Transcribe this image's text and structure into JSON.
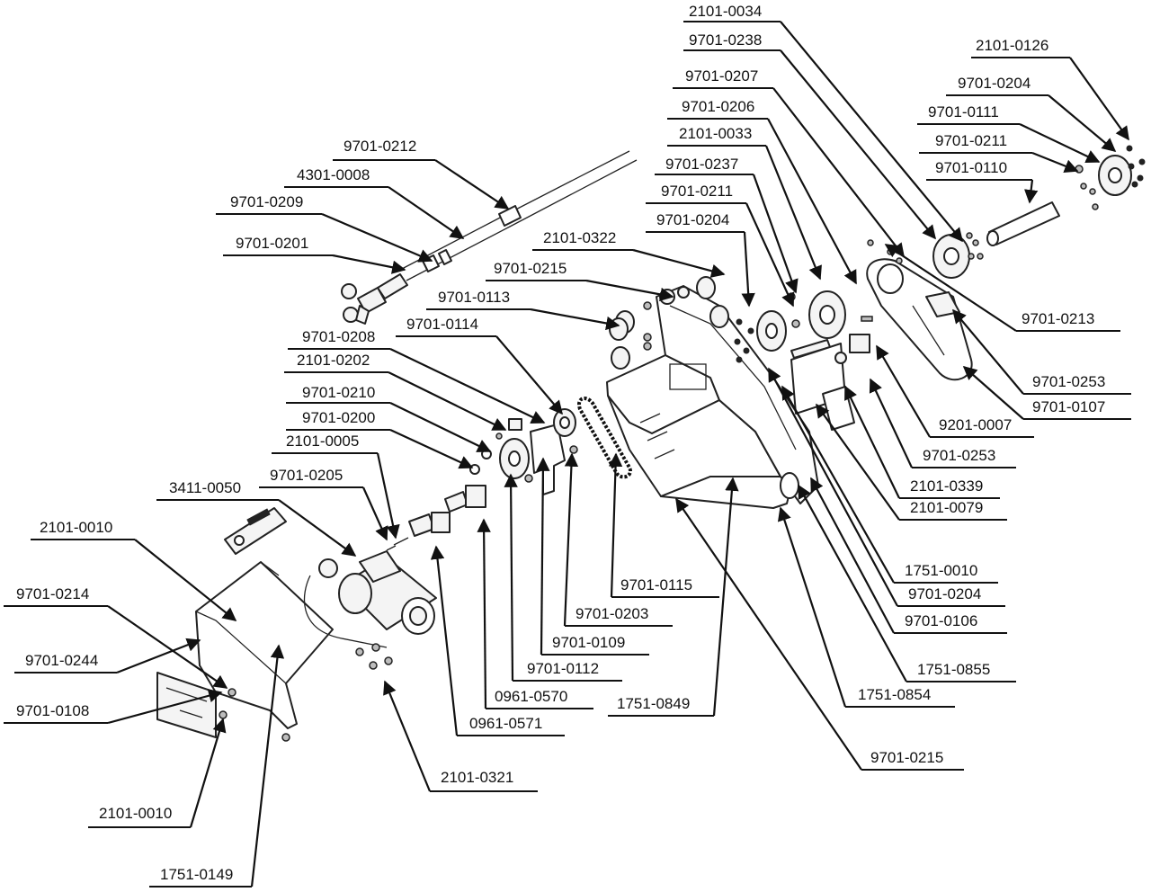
{
  "callouts": [
    {
      "id": "c1",
      "label": "2101-0034"
    },
    {
      "id": "c2",
      "label": "9701-0238"
    },
    {
      "id": "c3",
      "label": "9701-0207"
    },
    {
      "id": "c4",
      "label": "9701-0206"
    },
    {
      "id": "c5",
      "label": "2101-0033"
    },
    {
      "id": "c6",
      "label": "9701-0237"
    },
    {
      "id": "c7",
      "label": "9701-0211"
    },
    {
      "id": "c8",
      "label": "9701-0204"
    },
    {
      "id": "c9",
      "label": "2101-0126"
    },
    {
      "id": "c10",
      "label": "9701-0204"
    },
    {
      "id": "c11",
      "label": "9701-0111"
    },
    {
      "id": "c12",
      "label": "9701-0211"
    },
    {
      "id": "c13",
      "label": "9701-0110"
    },
    {
      "id": "c14",
      "label": "9701-0212"
    },
    {
      "id": "c15",
      "label": "4301-0008"
    },
    {
      "id": "c16",
      "label": "9701-0209"
    },
    {
      "id": "c17",
      "label": "9701-0201"
    },
    {
      "id": "c18",
      "label": "2101-0322"
    },
    {
      "id": "c19",
      "label": "9701-0215"
    },
    {
      "id": "c20",
      "label": "9701-0113"
    },
    {
      "id": "c21",
      "label": "9701-0114"
    },
    {
      "id": "c22",
      "label": "9701-0208"
    },
    {
      "id": "c23",
      "label": "2101-0202"
    },
    {
      "id": "c24",
      "label": "9701-0210"
    },
    {
      "id": "c25",
      "label": "9701-0200"
    },
    {
      "id": "c26",
      "label": "2101-0005"
    },
    {
      "id": "c27",
      "label": "9701-0205"
    },
    {
      "id": "c28",
      "label": "3411-0050"
    },
    {
      "id": "c29",
      "label": "2101-0010"
    },
    {
      "id": "c30",
      "label": "9701-0214"
    },
    {
      "id": "c31",
      "label": "9701-0244"
    },
    {
      "id": "c32",
      "label": "9701-0108"
    },
    {
      "id": "c33",
      "label": "2101-0010"
    },
    {
      "id": "c34",
      "label": "1751-0149"
    },
    {
      "id": "c35",
      "label": "2101-0321"
    },
    {
      "id": "c36",
      "label": "0961-0571"
    },
    {
      "id": "c37",
      "label": "0961-0570"
    },
    {
      "id": "c38",
      "label": "9701-0112"
    },
    {
      "id": "c39",
      "label": "9701-0109"
    },
    {
      "id": "c40",
      "label": "9701-0203"
    },
    {
      "id": "c41",
      "label": "9701-0115"
    },
    {
      "id": "c42",
      "label": "1751-0849"
    },
    {
      "id": "c43",
      "label": "9701-0213"
    },
    {
      "id": "c44",
      "label": "9701-0253"
    },
    {
      "id": "c45",
      "label": "9701-0107"
    },
    {
      "id": "c46",
      "label": "9201-0007"
    },
    {
      "id": "c47",
      "label": "9701-0253"
    },
    {
      "id": "c48",
      "label": "2101-0339"
    },
    {
      "id": "c49",
      "label": "2101-0079"
    },
    {
      "id": "c50",
      "label": "1751-0010"
    },
    {
      "id": "c51",
      "label": "9701-0204"
    },
    {
      "id": "c52",
      "label": "9701-0106"
    },
    {
      "id": "c53",
      "label": "1751-0855"
    },
    {
      "id": "c54",
      "label": "1751-0854"
    },
    {
      "id": "c55",
      "label": "9701-0215"
    }
  ]
}
